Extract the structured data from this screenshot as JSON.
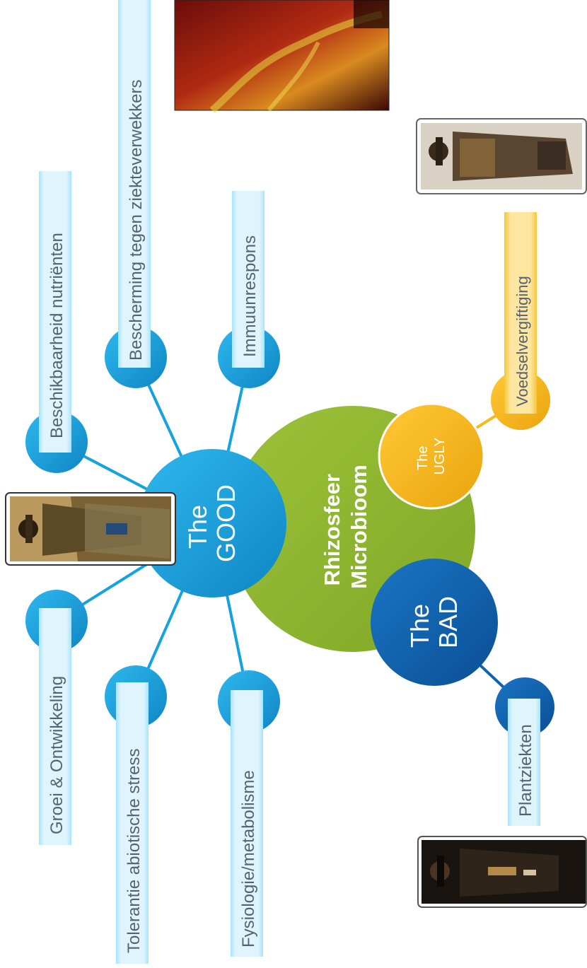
{
  "center": {
    "line1": "Rhizosfeer",
    "line2": "Microbioom"
  },
  "good": {
    "line1": "The",
    "line2": "GOOD",
    "branches": {
      "groei": "Groei & Ontwikkeling",
      "tolerantie": "Tolerantie  abiotische stress",
      "fysiologie": "Fysiologie/metabolisme",
      "beschikbaarheid": "Beschikbaarheid  nutriënten",
      "bescherming": "Bescherming tegen  ziekteverwekkers",
      "immuun": "Immuunrespons"
    }
  },
  "bad": {
    "line1": "The",
    "line2": "BAD",
    "branch": "Plantziekten"
  },
  "ugly": {
    "line1": "The",
    "line2": "UGLY",
    "branch": "Voedselvergiftiging"
  },
  "colors": {
    "center": "#8db42c",
    "good": "#17a7e3",
    "good_dark": "#0f72a8",
    "bad": "#0d64b0",
    "ugly": "#f6b91a",
    "label_bg": "#d5f0fb",
    "label_edge": "#7fd6f7",
    "ugly_label_bg": "#fbdf8c"
  },
  "photo_icons": [
    "cowboy-good-photo",
    "cowboy-bad-photo",
    "cowboy-ugly-photo",
    "root-microscopy-photo"
  ]
}
